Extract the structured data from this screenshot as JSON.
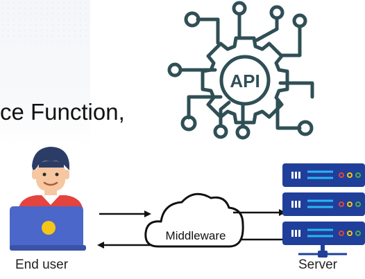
{
  "heading": "ce Function,",
  "api_icon": {
    "text": "API"
  },
  "nodes": {
    "end_user": "End user",
    "middleware": "Middleware",
    "server": "Server"
  },
  "colors": {
    "api_icon": "#2f4f55",
    "server_rack": "#1f3f9a",
    "server_accent": "#29b6f6",
    "cloud_stroke": "#111111",
    "laptop": "#4a67c9",
    "shirt": "#e4443e"
  }
}
